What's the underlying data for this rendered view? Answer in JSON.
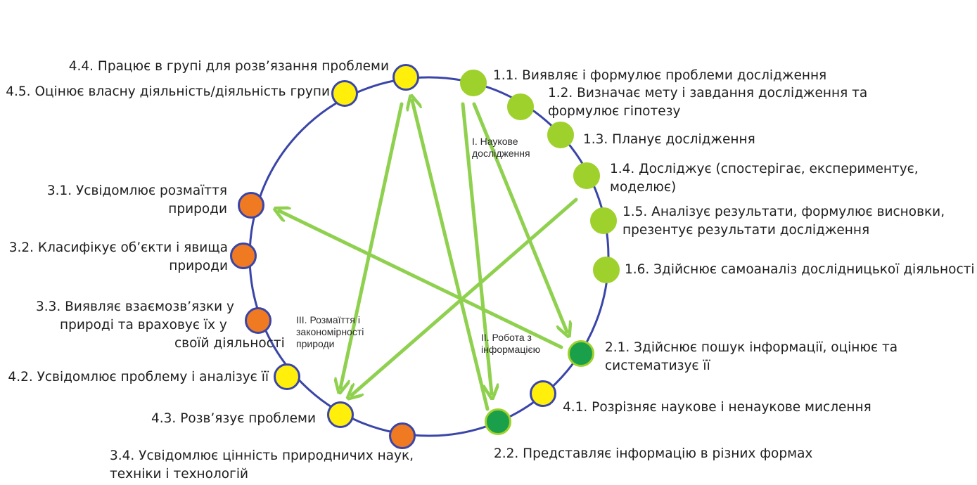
{
  "colors": {
    "circle": "#3a45a8",
    "arrow": "#8fd14f",
    "green": "#1aa04a",
    "lime": "#9fd12c",
    "orange": "#f07a22",
    "yellow": "#ffef0a"
  },
  "sections": [
    {
      "id": "s1",
      "lines": [
        "І. Наукове",
        "дослідження"
      ]
    },
    {
      "id": "s2",
      "lines": [
        "ІІ. Робота з",
        "інформацією"
      ]
    },
    {
      "id": "s3",
      "lines": [
        "ІІІ. Розмаїття і",
        "закономірності",
        "природи"
      ]
    }
  ],
  "nodes": [
    {
      "id": "1.1",
      "color": "lime",
      "lines": [
        "1.1. Виявляє і формулює проблеми дослідження"
      ]
    },
    {
      "id": "1.2",
      "color": "lime",
      "lines": [
        "1.2. Визначає мету і завдання дослідження та",
        "формулює гіпотезу"
      ]
    },
    {
      "id": "1.3",
      "color": "lime",
      "lines": [
        "1.3. Планує дослідження"
      ]
    },
    {
      "id": "1.4",
      "color": "lime",
      "lines": [
        "1.4. Досліджує (спостерігає, експериментує,",
        "моделює)"
      ]
    },
    {
      "id": "1.5",
      "color": "lime",
      "lines": [
        "1.5. Аналізує результати, формулює висновки,",
        "презентує результати дослідження"
      ]
    },
    {
      "id": "1.6",
      "color": "lime",
      "lines": [
        "1.6. Здійснює самоаналіз дослідницької діяльності"
      ]
    },
    {
      "id": "2.1",
      "color": "green",
      "lines": [
        "2.1. Здійснює пошук інформації, оцінює та",
        "систематизує її"
      ]
    },
    {
      "id": "4.1",
      "color": "yellow",
      "lines": [
        "4.1. Розрізняє наукове і ненаукове мислення"
      ]
    },
    {
      "id": "2.2",
      "color": "green",
      "lines": [
        "2.2. Представляє інформацію в різних формах"
      ]
    },
    {
      "id": "3.4",
      "color": "orange",
      "lines": [
        "3.4. Усвідомлює цінність природничих наук,",
        "техніки і технологій"
      ]
    },
    {
      "id": "4.3",
      "color": "yellow",
      "lines": [
        "4.3. Розв’язує проблеми"
      ]
    },
    {
      "id": "4.2",
      "color": "yellow",
      "lines": [
        "4.2. Усвідомлює проблему і аналізує її"
      ]
    },
    {
      "id": "3.3",
      "color": "orange",
      "lines": [
        "3.3. Виявляє взаємозв’язки у",
        "природі та  враховує їх у",
        "своїй діяльності"
      ]
    },
    {
      "id": "3.2",
      "color": "orange",
      "lines": [
        "3.2. Класифікує об’єкти і явища",
        "природи"
      ]
    },
    {
      "id": "3.1",
      "color": "orange",
      "lines": [
        "3.1. Усвідомлює розмаїття",
        "природи"
      ]
    },
    {
      "id": "4.5",
      "color": "yellow",
      "lines": [
        "4.5. Оцінює власну діяльність/діяльність групи"
      ]
    },
    {
      "id": "4.4",
      "color": "yellow",
      "lines": [
        "4.4. Працює в групі для  розв’язання проблеми"
      ]
    }
  ],
  "arrows": [
    {
      "from": "1.1",
      "to": "2.1"
    },
    {
      "from": "1.1",
      "to": "2.2"
    },
    {
      "from": "4.4",
      "to": "4.3"
    },
    {
      "from": "2.2",
      "to": "4.4"
    },
    {
      "from": "1.4",
      "to": "4.3"
    },
    {
      "from": "2.1",
      "to": "3.1"
    }
  ]
}
